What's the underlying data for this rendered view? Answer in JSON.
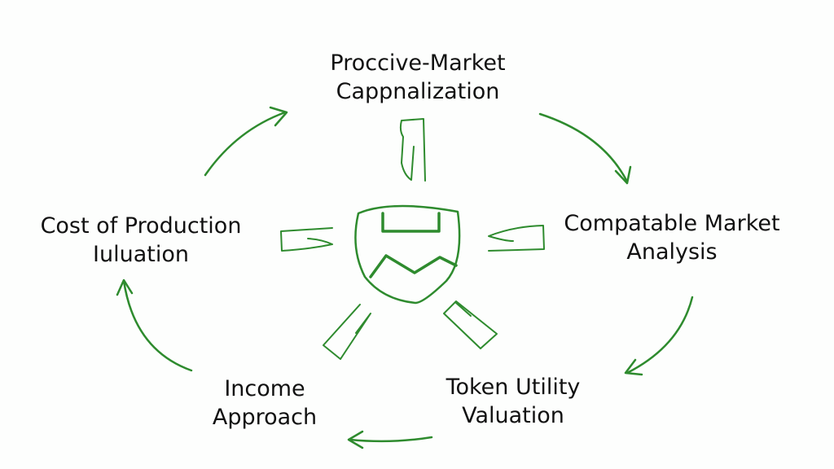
{
  "nodes": [
    {
      "id": "top",
      "lines": [
        "Proccive-Market",
        "Cappnalization"
      ]
    },
    {
      "id": "right",
      "lines": [
        "Compatable Market",
        "Analysis"
      ]
    },
    {
      "id": "bottom-right",
      "lines": [
        "Token Utility",
        "Valuation"
      ]
    },
    {
      "id": "bottom-left",
      "lines": [
        "Income",
        "Approach"
      ]
    },
    {
      "id": "left",
      "lines": [
        "Cost of Production",
        "Iuluation"
      ]
    }
  ],
  "colors": {
    "stroke": "#2e8b2e",
    "text": "#111111"
  }
}
